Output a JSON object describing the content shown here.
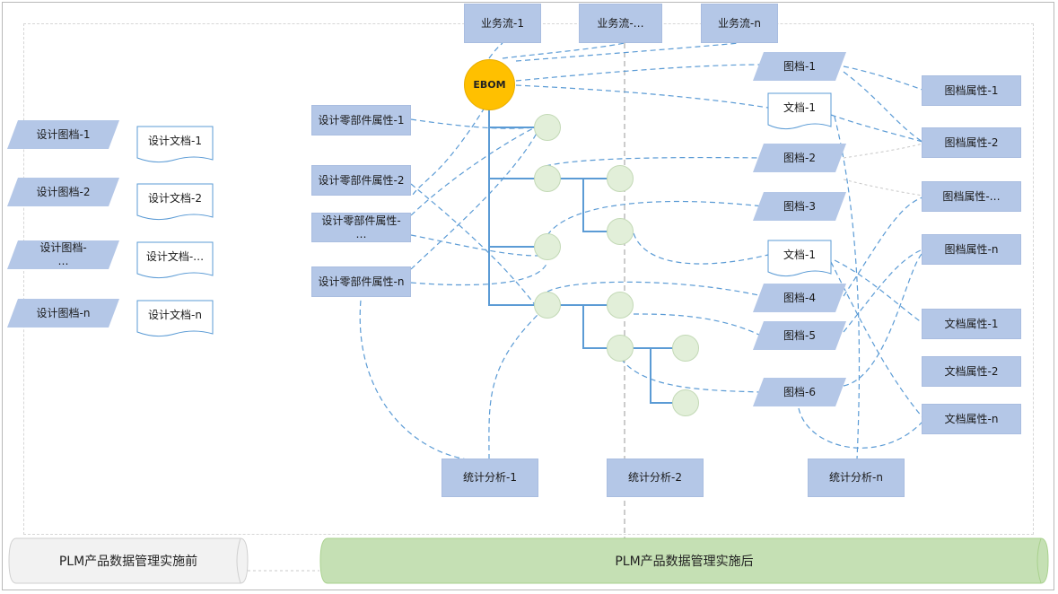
{
  "business_flows": [
    "业务流-1",
    "业务流-…",
    "业务流-n"
  ],
  "center": {
    "label": "EBOM"
  },
  "before": {
    "design_drawings": [
      "设计图档-1",
      "设计图档-2",
      "设计图档-\n…",
      "设计图档-n"
    ],
    "design_docs": [
      "设计文档-1",
      "设计文档-2",
      "设计文档-…",
      "设计文档-n"
    ],
    "banner": "PLM产品数据管理实施前"
  },
  "part_attributes": [
    "设计零部件属性-1",
    "设计零部件属性-2",
    "设计零部件属性-\n…",
    "设计零部件属性-n"
  ],
  "drawings": [
    "图档-1",
    "图档-2",
    "图档-3",
    "图档-4",
    "图档-5",
    "图档-6"
  ],
  "documents": [
    "文档-1",
    "文档-1"
  ],
  "drawing_attributes": [
    "图档属性-1",
    "图档属性-2",
    "图档属性-…",
    "图档属性-n"
  ],
  "document_attributes": [
    "文档属性-1",
    "文档属性-2",
    "文档属性-n"
  ],
  "analyses": [
    "统计分析-1",
    "统计分析-2",
    "统计分析-n"
  ],
  "after": {
    "banner": "PLM产品数据管理实施后"
  },
  "colors": {
    "box_fill": "#b4c7e7",
    "ebom_fill": "#ffc000",
    "node_fill": "#e2efd9",
    "link_color": "#5b9bd5",
    "before_banner": "#f2f2f2",
    "after_banner": "#c5e0b4"
  }
}
